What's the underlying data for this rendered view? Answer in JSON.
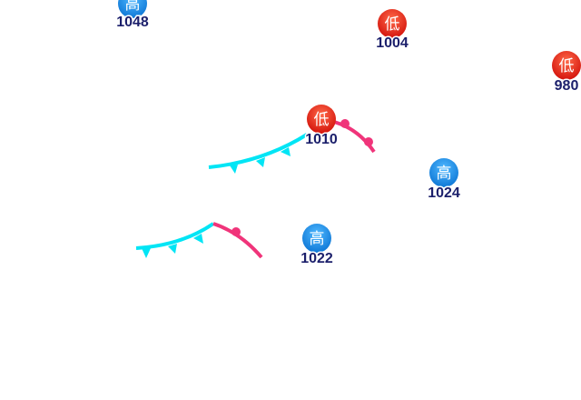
{
  "colors": {
    "high": "#1e90e8",
    "low": "#e8261c",
    "cold_front": "#00e5f5",
    "warm_front": "#f0347a",
    "value_text": "#1b1f6b"
  },
  "centers": [
    {
      "type": "high",
      "symbol": "高",
      "value": "1048"
    },
    {
      "type": "low",
      "symbol": "低",
      "value": "1004"
    },
    {
      "type": "low",
      "symbol": "低",
      "value": "980"
    },
    {
      "type": "low",
      "symbol": "低",
      "value": "1010"
    },
    {
      "type": "high",
      "symbol": "高",
      "value": "1024"
    },
    {
      "type": "high",
      "symbol": "高",
      "value": "1022"
    }
  ]
}
